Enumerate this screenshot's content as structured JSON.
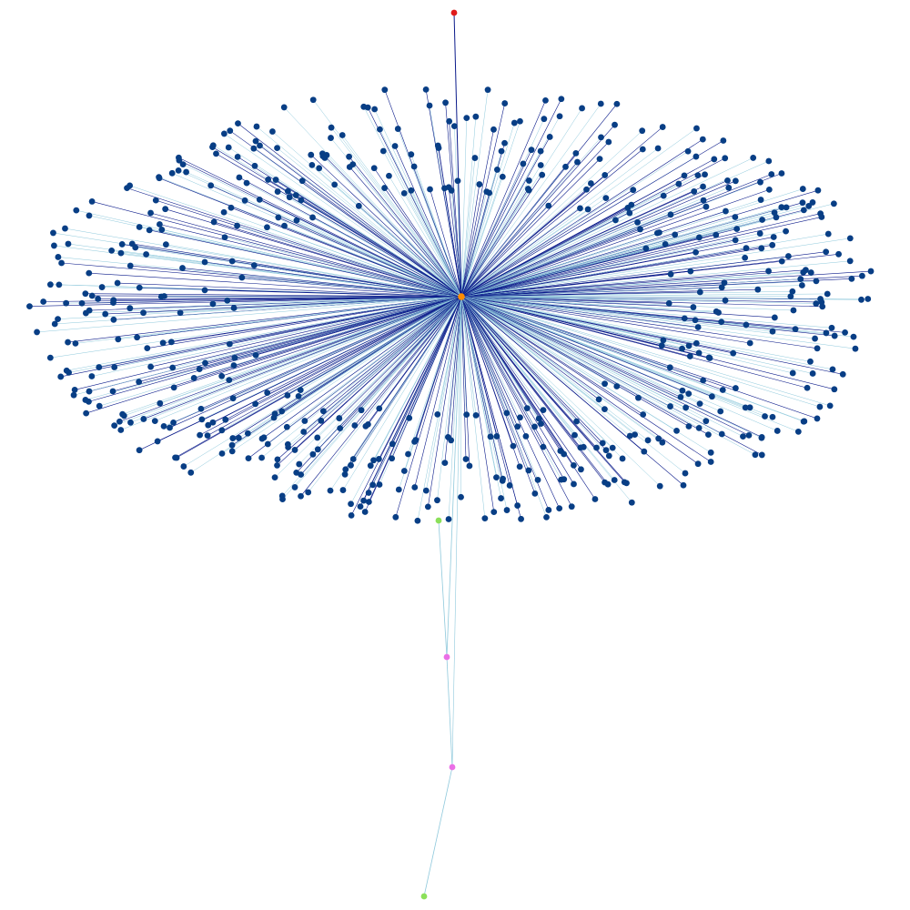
{
  "graph": {
    "type": "star-network",
    "hub_node_color": "#ff8c00",
    "leaf_node_color": "#083e85",
    "edge_colors": [
      "#0a1a8a",
      "#8fc9dc"
    ],
    "special_nodes": [
      {
        "id": "top-red-node",
        "color": "#e01b1b"
      },
      {
        "id": "green-node-upper",
        "color": "#8be05a"
      },
      {
        "id": "pink-node-upper",
        "color": "#ea6fe6"
      },
      {
        "id": "pink-node-lower",
        "color": "#ea6fe6"
      },
      {
        "id": "green-node-bottom",
        "color": "#8be05a"
      }
    ],
    "leaf_count": 600
  }
}
